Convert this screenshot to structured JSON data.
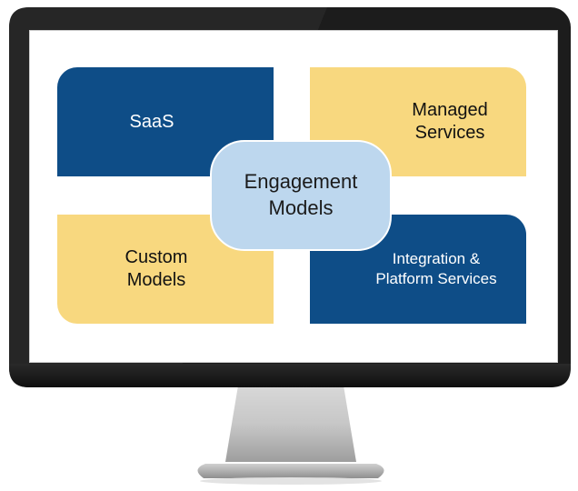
{
  "diagram": {
    "center": {
      "line1": "Engagement",
      "line2": "Models"
    },
    "tiles": {
      "saas": {
        "line1": "SaaS"
      },
      "managed": {
        "line1": "Managed",
        "line2": "Services"
      },
      "custom": {
        "line1": "Custom",
        "line2": "Models"
      },
      "integration": {
        "line1": "Integration &",
        "line2": "Platform Services"
      }
    },
    "colors": {
      "blue_tile": "#0e4d87",
      "yellow_tile": "#f8d87f",
      "center_hub": "#bdd7ee",
      "monitor_bezel": "#1c1c1c"
    }
  }
}
